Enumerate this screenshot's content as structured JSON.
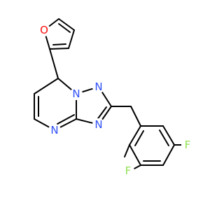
{
  "molecule": {
    "atoms": {
      "furan_oxygen": {
        "label": "O",
        "color": "#ff0d0d"
      },
      "ring_nitrogen_bridge": {
        "label": "N",
        "color": "#3050f8"
      },
      "ring_nitrogen_1": {
        "label": "N",
        "color": "#3050f8"
      },
      "ring_nitrogen_3": {
        "label": "N",
        "color": "#3050f8"
      },
      "ring_nitrogen_pyrimidine": {
        "label": "N",
        "color": "#3050f8"
      },
      "fluorine_right": {
        "label": "F",
        "color": "#90e050"
      },
      "fluorine_left": {
        "label": "F",
        "color": "#90e050"
      }
    }
  }
}
